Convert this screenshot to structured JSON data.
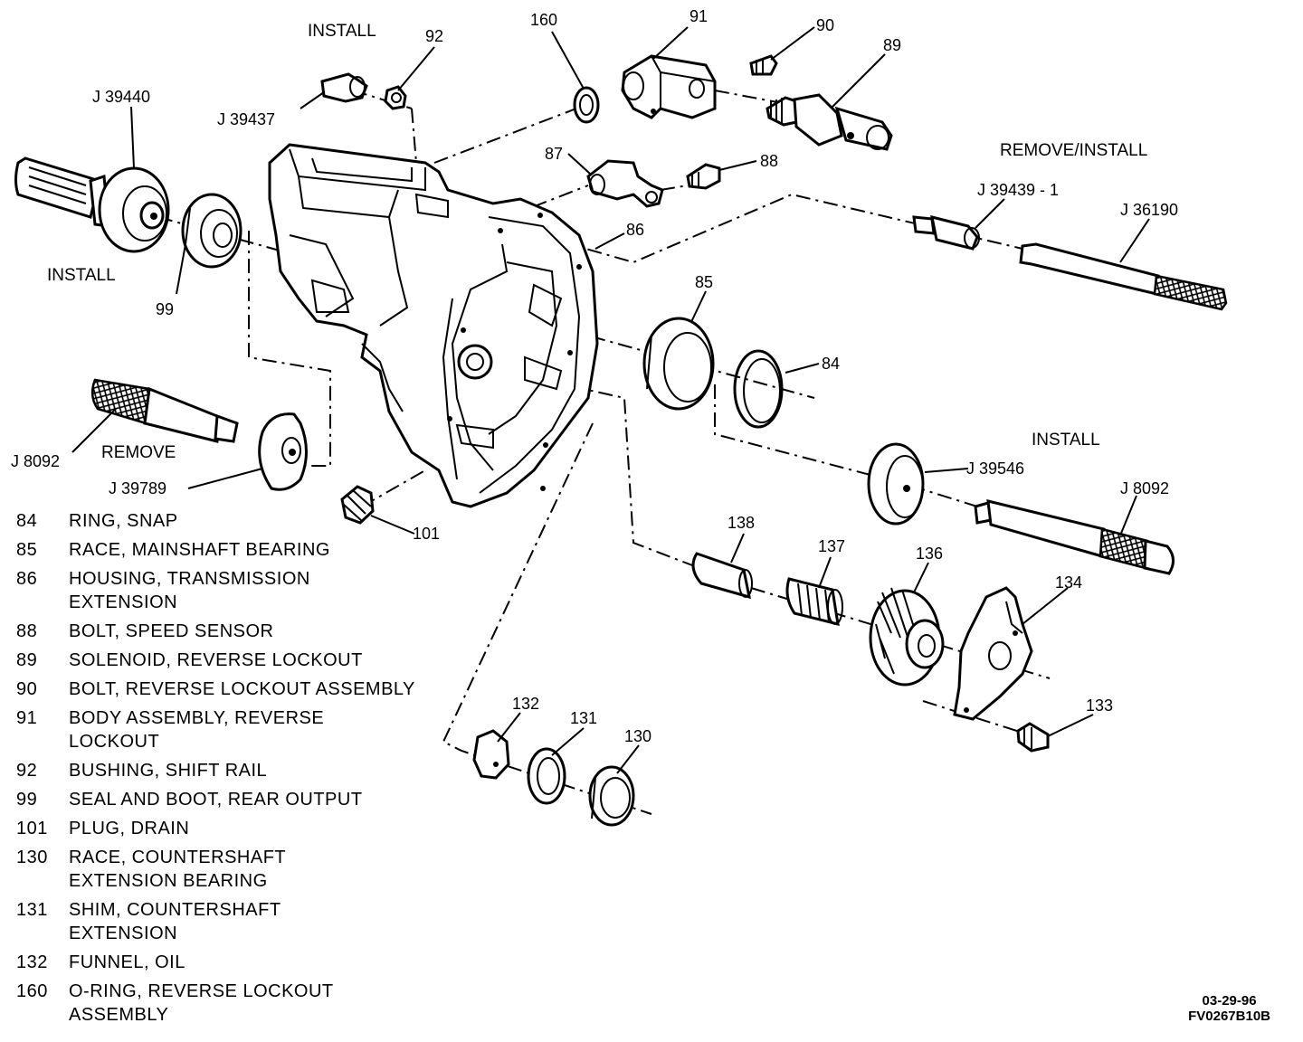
{
  "callouts": {
    "install_top": "INSTALL",
    "install_left": "INSTALL",
    "install_right": "INSTALL",
    "remove_install": "REMOVE/INSTALL",
    "remove": "REMOVE",
    "j39440": "J 39440",
    "j39437": "J 39437",
    "j39439": "J 39439 - 1",
    "j36190": "J 36190",
    "j8092_left": "J 8092",
    "j39789": "J 39789",
    "j39546": "J 39546",
    "j8092_right": "J 8092",
    "n160": "160",
    "n91": "91",
    "n90": "90",
    "n89": "89",
    "n92": "92",
    "n87": "87",
    "n88": "88",
    "n86": "86",
    "n85": "85",
    "n84": "84",
    "n99": "99",
    "n101": "101",
    "n138": "138",
    "n137": "137",
    "n136": "136",
    "n134": "134",
    "n133": "133",
    "n132": "132",
    "n131": "131",
    "n130": "130"
  },
  "legend": [
    {
      "num": "84",
      "desc": "RING, SNAP"
    },
    {
      "num": "85",
      "desc": "RACE, MAINSHAFT BEARING"
    },
    {
      "num": "86",
      "desc": "HOUSING, TRANSMISSION EXTENSION"
    },
    {
      "num": "88",
      "desc": "BOLT, SPEED SENSOR"
    },
    {
      "num": "89",
      "desc": "SOLENOID, REVERSE LOCKOUT"
    },
    {
      "num": "90",
      "desc": "BOLT, REVERSE LOCKOUT ASSEMBLY"
    },
    {
      "num": "91",
      "desc": "BODY ASSEMBLY, REVERSE LOCKOUT"
    },
    {
      "num": "92",
      "desc": "BUSHING, SHIFT RAIL"
    },
    {
      "num": "99",
      "desc": "SEAL AND BOOT, REAR OUTPUT"
    },
    {
      "num": "101",
      "desc": "PLUG, DRAIN"
    },
    {
      "num": "130",
      "desc": "RACE, COUNTERSHAFT EXTENSION BEARING"
    },
    {
      "num": "131",
      "desc": "SHIM, COUNTERSHAFT EXTENSION"
    },
    {
      "num": "132",
      "desc": "FUNNEL, OIL"
    },
    {
      "num": "160",
      "desc": "O-RING, REVERSE LOCKOUT ASSEMBLY"
    }
  ],
  "footer": {
    "date": "03-29-96",
    "figure_code": "FV0267B10B"
  }
}
